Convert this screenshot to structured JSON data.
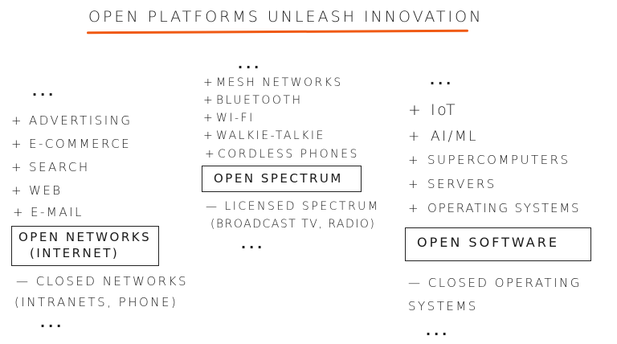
{
  "title": "OPEN PLATFORMS UNLEASH INNOVATION",
  "accent_color": "#F05A14",
  "columns": [
    {
      "ellipsis_top": "...",
      "open_items": [
        "ADVERTISING",
        "E-COMMERCE",
        "SEARCH",
        "WEB",
        "E-MAIL"
      ],
      "box_line1": "OPEN NETWORKS",
      "box_line2": "(INTERNET)",
      "closed_line1": "— CLOSED NETWORKS",
      "closed_line2": "(INTRANETS, PHONE)",
      "ellipsis_bottom": "..."
    },
    {
      "ellipsis_top": "...",
      "open_items": [
        "MESH NETWORKS",
        "BLUETOOTH",
        "WI-FI",
        "WALKIE-TALKIE",
        "CORDLESS PHONES"
      ],
      "box_line1": "OPEN SPECTRUM",
      "closed_line1": "— LICENSED SPECTRUM",
      "closed_line2": "(BROADCAST TV, RADIO)",
      "ellipsis_bottom": "..."
    },
    {
      "ellipsis_top": "...",
      "open_items": [
        "IoT",
        "AI/ML",
        "SUPERCOMPUTERS",
        "SERVERS",
        "OPERATING SYSTEMS"
      ],
      "box_line1": "OPEN SOFTWARE",
      "closed_line1": "— CLOSED OPERATING",
      "closed_line2": "SYSTEMS",
      "ellipsis_bottom": "..."
    }
  ],
  "plus_symbol": "+"
}
